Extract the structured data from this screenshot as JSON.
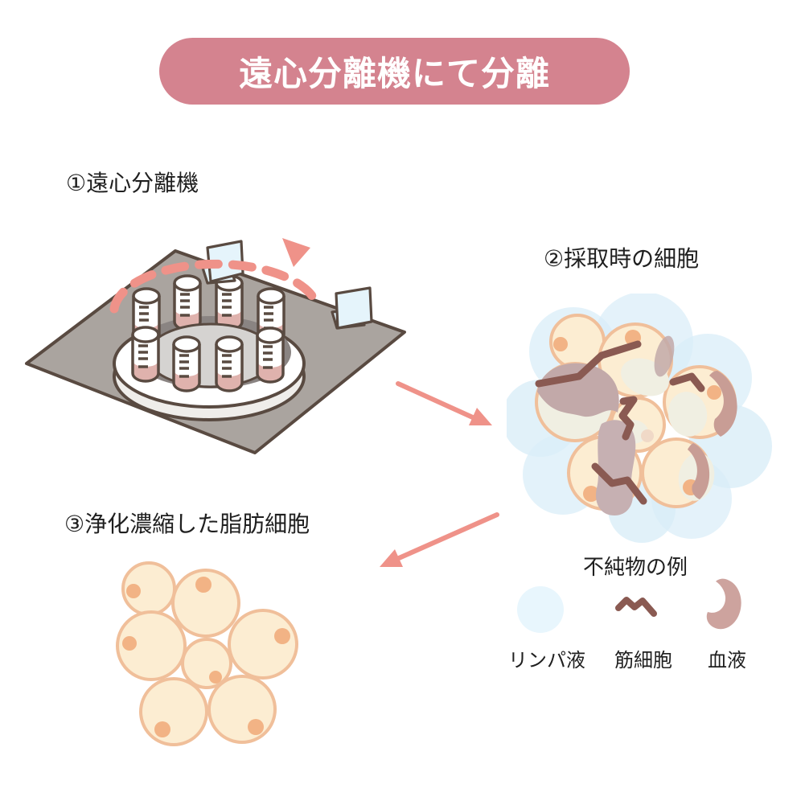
{
  "title": {
    "text": "遠心分離機にて分離"
  },
  "steps": [
    {
      "label": "①遠心分離機"
    },
    {
      "label": "②採取時の細胞"
    },
    {
      "label": "③浄化濃縮した脂肪細胞"
    }
  ],
  "legend": {
    "title": "不純物の例",
    "items": [
      {
        "label": "リンパ液",
        "icon": "lymph-fluid-icon",
        "color": "#e8f6fd"
      },
      {
        "label": "筋細胞",
        "icon": "muscle-cell-icon",
        "color": "#8a5a52"
      },
      {
        "label": "血液",
        "icon": "blood-icon",
        "color": "#cda39e"
      }
    ]
  },
  "colors": {
    "banner_bg": "#d4838f",
    "banner_text": "#ffffff",
    "body_text": "#1f1f1f",
    "arrow": "#ef9289",
    "outline_brown": "#594a41",
    "plate_gray": "#aaa49f",
    "rotor_floor": "#d5d3d1",
    "rotor_shadow": "#8a8482",
    "tube_liquid": "#dfb2ad",
    "screen_blue": "#e5f4fb",
    "fat_cell_fill": "#fcedd2",
    "fat_cell_outline": "#f0bf9a",
    "fat_cell_nucleus": "#f2b385",
    "pale_cell_fill": "#f0efe2",
    "lymph_blue": "#d9edf8",
    "blood_mauve": "#c2a9a9",
    "blood_pink": "#c89d95",
    "muscle_brown": "#8a5a52"
  }
}
